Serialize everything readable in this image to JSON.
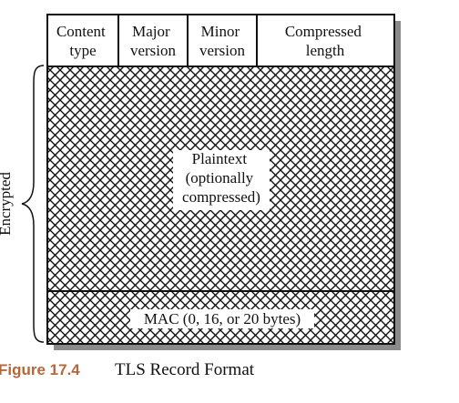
{
  "header_fields": [
    {
      "lines": [
        "Content",
        "type"
      ]
    },
    {
      "lines": [
        "Major",
        "version"
      ]
    },
    {
      "lines": [
        "Minor",
        "version"
      ]
    },
    {
      "lines": [
        "Compressed",
        "length"
      ]
    }
  ],
  "plaintext": {
    "lines": [
      "Plaintext",
      "(optionally",
      "compressed)"
    ]
  },
  "mac_label": "MAC (0, 16, or 20 bytes)",
  "side_label": "Encrypted",
  "caption": {
    "number": "Figure 17.4",
    "title": "TLS Record Format"
  },
  "colors": {
    "caption_number": "#b5673a",
    "line": "#111111",
    "shadow": "#888888"
  }
}
